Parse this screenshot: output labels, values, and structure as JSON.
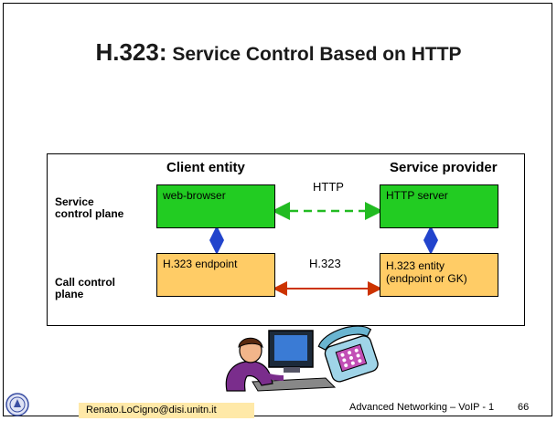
{
  "slide": {
    "title_main": "H.323:",
    "title_rest": " Service Control Based on  HTTP"
  },
  "diagram": {
    "client_heading": "Client entity",
    "provider_heading": "Service provider",
    "row_service": "Service control plane",
    "row_call": "Call  control plane",
    "web_browser": "web-browser",
    "http_server": "HTTP server",
    "h323_endpoint": "H.323 endpoint",
    "h323_entity": "H.323 entity (endpoint or GK)",
    "http_label": "HTTP",
    "h323_label": "H.323",
    "colors": {
      "service_box": "#22cc22",
      "call_box": "#ffcc66",
      "http_arrow": "#22bb22",
      "h323_arrow": "#cc3300",
      "vertical_arrow": "#2244cc"
    }
  },
  "footer": {
    "email": "Renato.LoCigno@disi.unitn.it",
    "course": "Advanced Networking – VoIP - 1",
    "page": "66"
  }
}
